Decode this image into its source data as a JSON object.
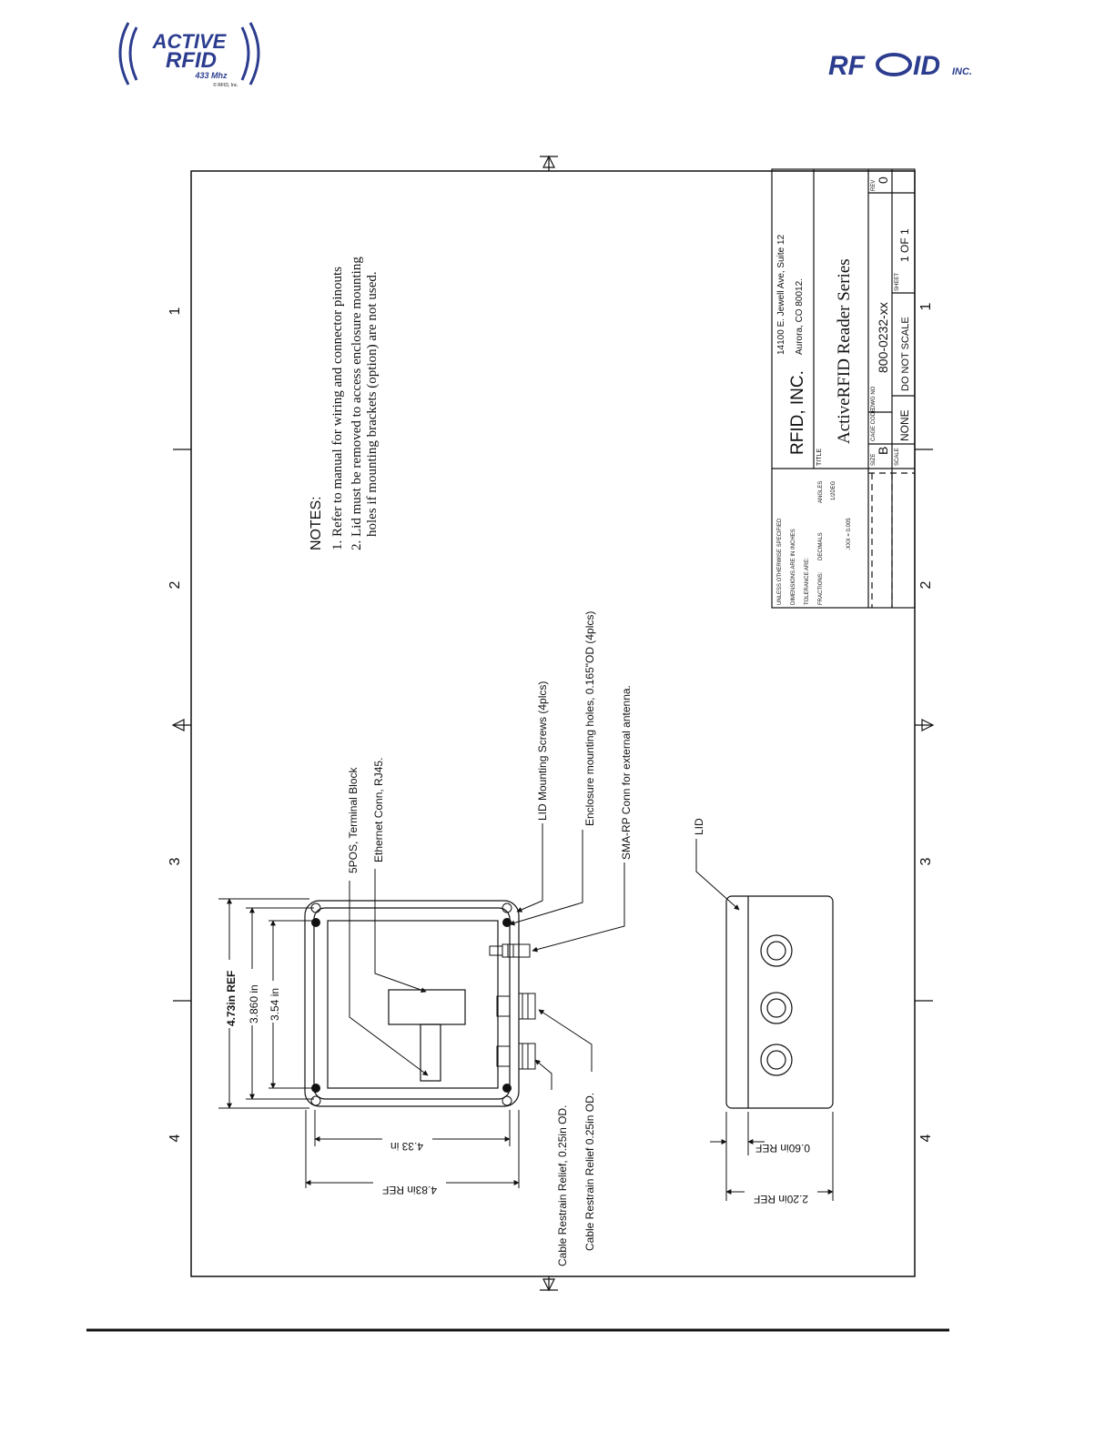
{
  "header": {
    "left_logo": {
      "line1": "ACTIVE",
      "line2": "RFID",
      "line3": "433 Mhz",
      "line4": "© RFID, Inc."
    },
    "right_logo": {
      "part1": "RF",
      "part2": "ID",
      "suffix": "INC."
    }
  },
  "notes": {
    "heading": "NOTES:",
    "items": [
      "1. Refer to manual for wiring and connector pinouts",
      "2. Lid must be removed to access enclosure mounting",
      "holes if mounting brackets (option) are not used."
    ]
  },
  "zones": [
    "1",
    "2",
    "3",
    "4"
  ],
  "title_block": {
    "company": "RFID, INC.",
    "address1": "14100 E. Jewell Ave, Suite 12",
    "address2": "Aurora, CO 80012.",
    "title_label": "TITLE",
    "title": "ActiveRFID Reader Series",
    "size_label": "SIZE",
    "size": "B",
    "cage_code_label": "CAGE CODE",
    "dwg_no_label": "DWG NO",
    "dwg_no": "800-0232-xx",
    "rev_label": "REV",
    "rev": "0",
    "scale_label": "SCALE",
    "scale": "NONE",
    "do_not_scale": "DO NOT SCALE",
    "sheet_label": "SHEET",
    "sheet": "1 OF 1",
    "tolerance": [
      "UNLESS OTHERWISE SPECIFIED",
      "DIMENSIONS ARE IN INCHES",
      "TOLERANCE ARE:",
      "FRACTIONS:",
      "DECIMALS",
      "ANGLES",
      "1/2DEG",
      ".XXX = 0.005"
    ]
  },
  "callouts": {
    "terminal_block": "5POS, Terminal Block",
    "ethernet": "Ethernet Conn, RJ45.",
    "lid_screws": "LID Mounting Screws (4plcs)",
    "mounting_holes": "Enclosure mounting holes, 0.165\"OD (4plcs)",
    "sma": "SMA-RP Conn for external antenna.",
    "lid": "LID",
    "strain1": "Cable Restrain Relief, 0.25in OD.",
    "strain2": "Cable Restrain Relief 0.25in OD."
  },
  "dimensions": {
    "d473": "4.73in REF",
    "d3860": "3.860 in",
    "d354": "3.54 in",
    "d433": "4.33 in",
    "d483": "4.83in REF",
    "d060": "0.60in REF",
    "d220": "2.20in REF"
  }
}
